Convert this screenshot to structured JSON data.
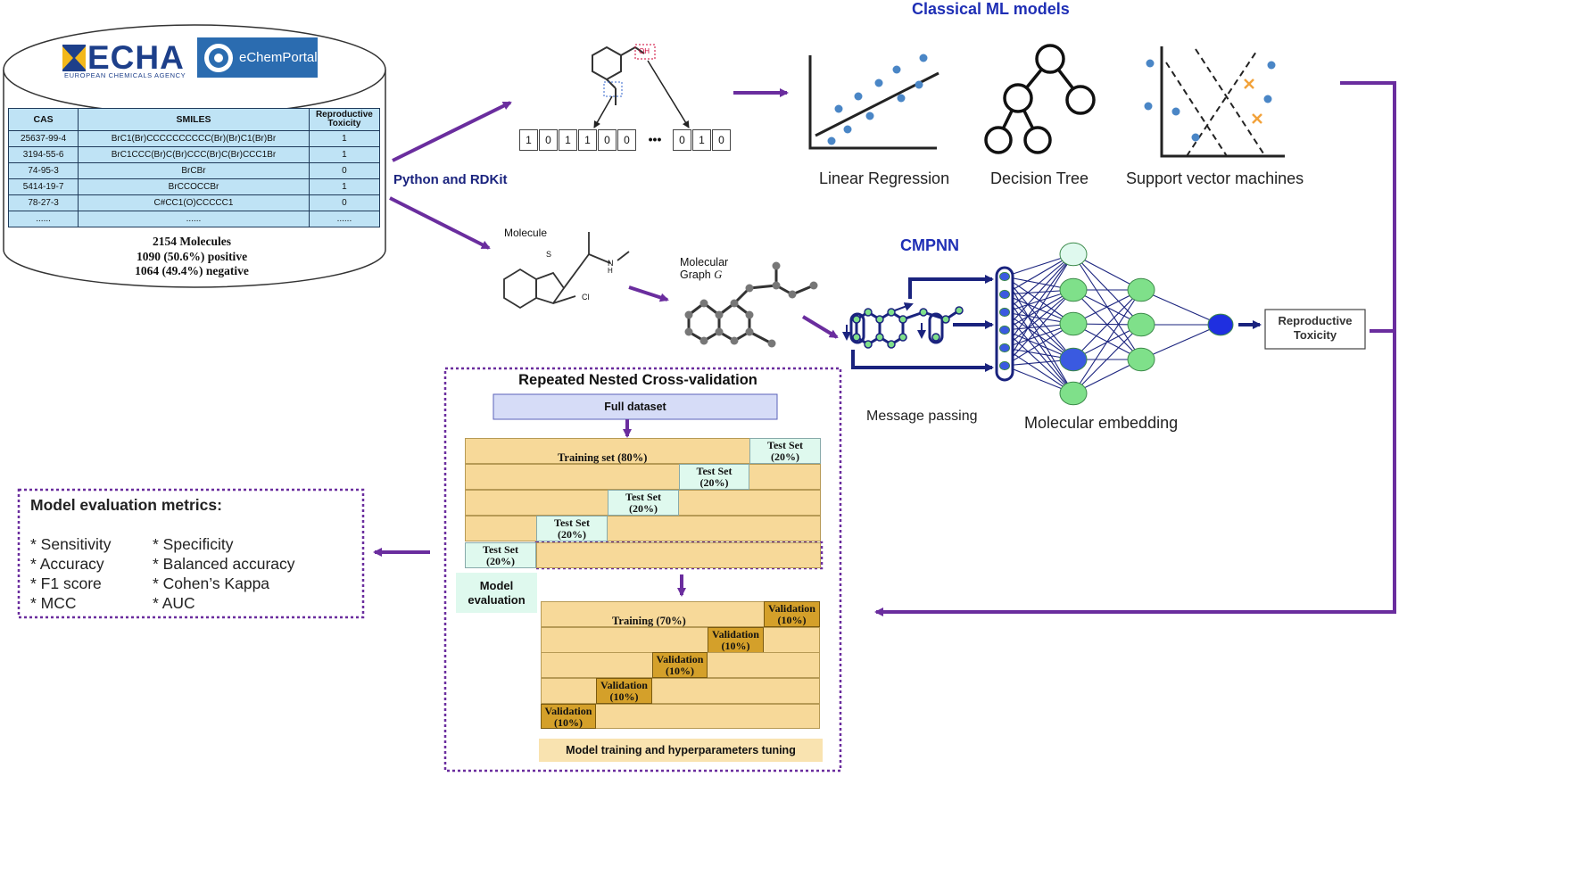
{
  "database": {
    "logo_echa": "ECHA",
    "logo_echa_sub": "EUROPEAN CHEMICALS AGENCY",
    "logo_portal": "eChemPortal",
    "table": {
      "headers": [
        "CAS",
        "SMILES",
        "Reproductive Toxicity"
      ],
      "rows": [
        [
          "25637-99-4",
          "BrC1(Br)CCCCCCCCCC(Br)(Br)C1(Br)Br",
          "1"
        ],
        [
          "3194-55-6",
          "BrC1CCC(Br)C(Br)CCC(Br)C(Br)CCC1Br",
          "1"
        ],
        [
          "74-95-3",
          "BrCBr",
          "0"
        ],
        [
          "5414-19-7",
          "BrCCOCCBr",
          "1"
        ],
        [
          "78-27-3",
          "C#CC1(O)CCCCC1",
          "0"
        ],
        [
          "......",
          "......",
          "......"
        ]
      ]
    },
    "summary": [
      "2154 Molecules",
      "1090 (50.6%) positive",
      "1064 (49.4%) negative"
    ]
  },
  "python_rdkit_label": "Python and RDKit",
  "fingerprint_bits": [
    "1",
    "0",
    "1",
    "1",
    "0",
    "0",
    "•••",
    "0",
    "1",
    "0"
  ],
  "fingerprint_atom_label": "OH",
  "classical": {
    "title": "Classical ML models",
    "models": [
      "Linear Regression",
      "Decision Tree",
      "Support vector machines"
    ]
  },
  "graph_branch": {
    "molecule_label": "Molecule",
    "molecular_graph_label_1": "Molecular",
    "molecular_graph_label_2": "Graph",
    "molecular_graph_symbol": "G",
    "atom_s": "S",
    "atom_n": "N",
    "atom_h": "H",
    "atom_cl": "Cl",
    "cmpnn_title": "CMPNN",
    "message_passing": "Message passing",
    "molecular_embedding": "Molecular embedding",
    "output": "Reproductive Toxicity"
  },
  "cv": {
    "title": "Repeated Nested Cross-validation",
    "full_dataset": "Full dataset",
    "training_set": "Training set (80%)",
    "test_set_1": "Test Set",
    "test_set_2": "(20%)",
    "model_evaluation": "Model evaluation",
    "training_70": "Training (70%)",
    "validation_1": "Validation",
    "validation_2": "(10%)",
    "tuning": "Model training and hyperparameters tuning"
  },
  "metrics": {
    "title": "Model evaluation metrics:",
    "left": [
      "* Sensitivity",
      "* Accuracy",
      "* F1 score",
      "* MCC"
    ],
    "right": [
      "* Specificity",
      "* Balanced accuracy",
      "* Cohen’s Kappa",
      "* AUC"
    ]
  },
  "colors": {
    "arrow": "#6a2d9e",
    "navy": "#1a237e",
    "table_fill": "#bfe3f5",
    "fold_fill": "#f7d999",
    "test_fill": "#dff9ee",
    "validation_fill": "#d4a02a",
    "node_green": "#7fe08a",
    "node_blue": "#3a5ae0"
  }
}
